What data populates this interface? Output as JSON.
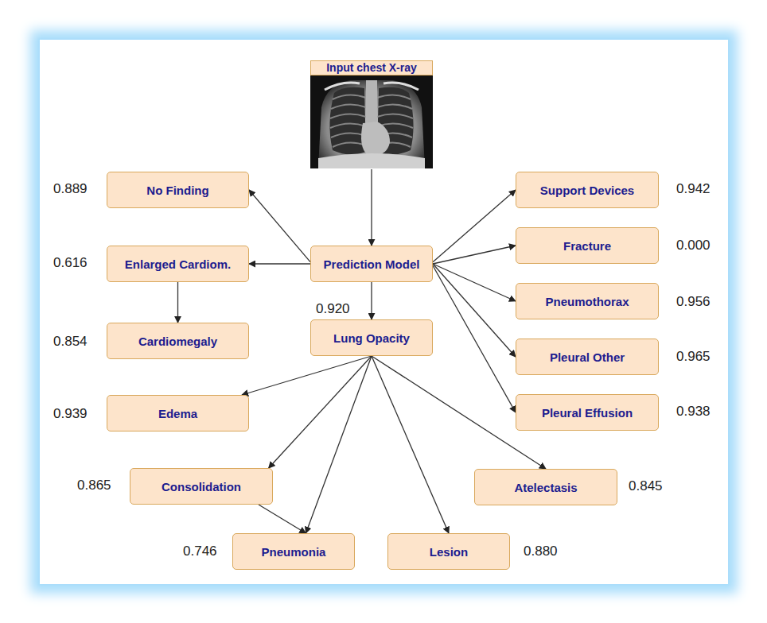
{
  "diagram": {
    "nodes": [
      {
        "text": [
          "Input chest X-ray"
        ]
      },
      {
        "text": [
          "No Finding"
        ]
      },
      {
        "text": [
          "Support Devices"
        ]
      },
      {
        "text": [
          "Enlarged Cardiom."
        ]
      },
      {
        "text": [
          "Prediction Model"
        ]
      },
      {
        "text": [
          "Fracture"
        ]
      },
      {
        "text": [
          "Pneumothorax"
        ]
      },
      {
        "text": [
          "Cardiomegaly"
        ]
      },
      {
        "text": [
          "Lung Opacity"
        ]
      },
      {
        "text": [
          "Pleural Other"
        ]
      },
      {
        "text": [
          "Edema"
        ]
      },
      {
        "text": [
          "Pleural Effusion"
        ]
      },
      {
        "text": [
          "Consolidation"
        ]
      },
      {
        "text": [
          "Atelectasis"
        ]
      },
      {
        "text": [
          "Pneumonia"
        ]
      },
      {
        "text": [
          "Lesion"
        ]
      }
    ],
    "edges": [
      {
        "from": 0,
        "to": 4,
        "arrow": "to"
      },
      {
        "from": 4,
        "to": 1,
        "arrow": "to"
      },
      {
        "from": 4,
        "to": 3,
        "arrow": "to"
      },
      {
        "from": 4,
        "to": 8,
        "arrow": "to"
      },
      {
        "from": 4,
        "to": 2,
        "arrow": "to"
      },
      {
        "from": 4,
        "to": 5,
        "arrow": "to"
      },
      {
        "from": 4,
        "to": 6,
        "arrow": "to"
      },
      {
        "from": 4,
        "to": 9,
        "arrow": "to"
      },
      {
        "from": 4,
        "to": 11,
        "arrow": "to"
      },
      {
        "from": 3,
        "to": 7,
        "arrow": "to"
      },
      {
        "from": 8,
        "to": 10,
        "arrow": "to"
      },
      {
        "from": 8,
        "to": 12,
        "arrow": "to"
      },
      {
        "from": 8,
        "to": 14,
        "arrow": "to"
      },
      {
        "from": 8,
        "to": 15,
        "arrow": "to"
      },
      {
        "from": 8,
        "to": 13,
        "arrow": "to"
      },
      {
        "from": 12,
        "to": 14,
        "arrow": "to"
      }
    ],
    "labels": [
      "0.889",
      "0.942",
      "0.616",
      "0.000",
      "0.956",
      "0.920",
      "0.854",
      "0.965",
      "0.939",
      "0.938",
      "0.865",
      "0.845",
      "0.746",
      "0.880"
    ]
  }
}
